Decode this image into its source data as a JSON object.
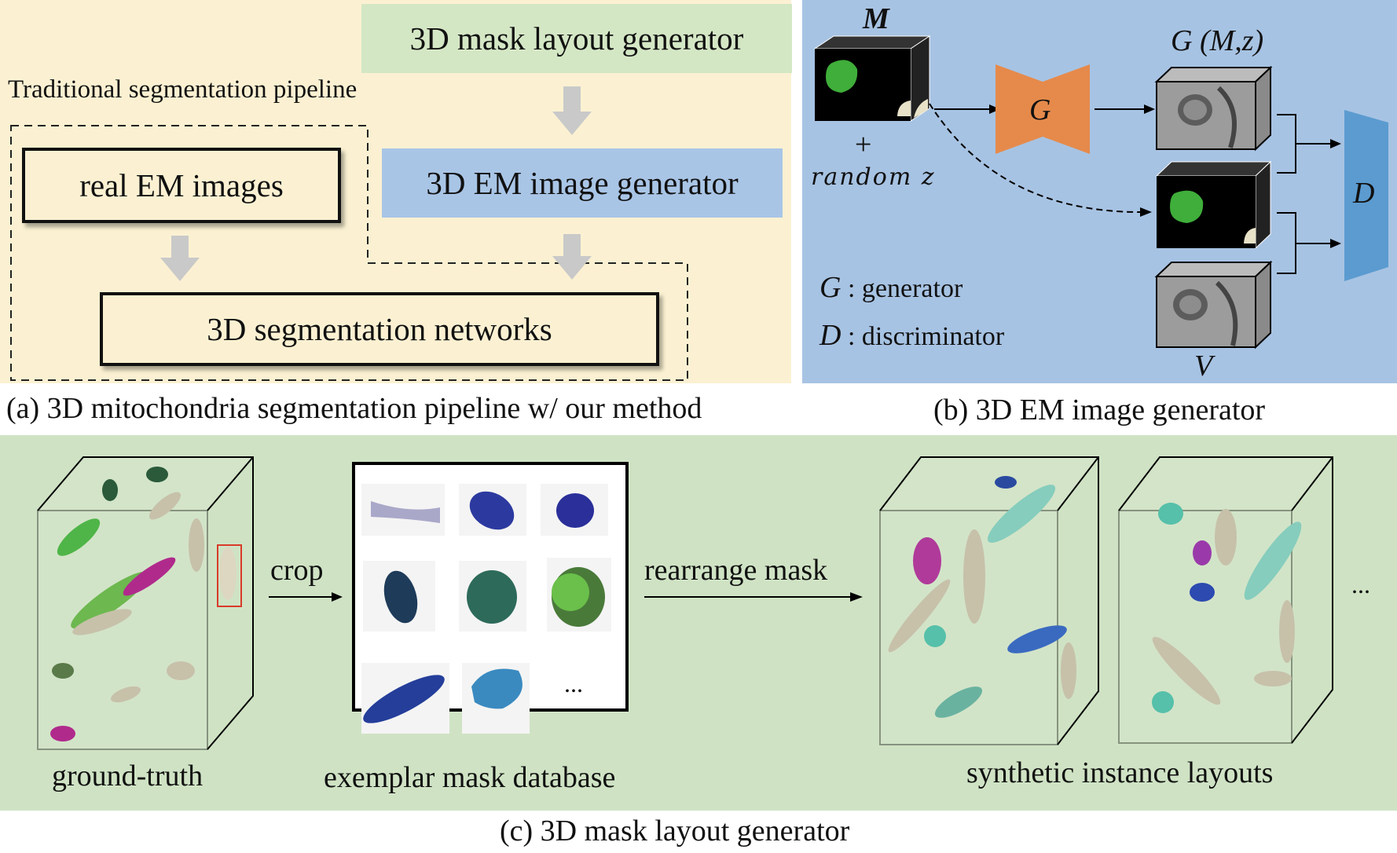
{
  "panel_a": {
    "top_box": "3D mask layout generator",
    "pipeline_label": "Traditional segmentation pipeline",
    "real_em": "real EM images",
    "em_gen": "3D EM image generator",
    "seg_net": "3D segmentation networks",
    "caption": "(a) 3D mitochondria segmentation pipeline w/ our method"
  },
  "panel_b": {
    "m_label": "M",
    "plus": "+",
    "random_z": "random z",
    "g_block": "G",
    "gmz_label": "G (M,z)",
    "d_block": "D",
    "v_label": "V",
    "legend_g_sym": "G",
    "legend_g_text": ": generator",
    "legend_d_sym": "D",
    "legend_d_text": ": discriminator",
    "caption": "(b) 3D EM image generator"
  },
  "panel_c": {
    "ground_truth": "ground-truth",
    "crop": "crop",
    "database": "exemplar mask database",
    "db_ellipsis": "...",
    "rearrange": "rearrange mask",
    "synthetic": "synthetic instance layouts",
    "ellipsis": "...",
    "caption": "(c) 3D mask layout generator"
  },
  "colors": {
    "panel_a_bg": "#fbf1d2",
    "panel_b_bg": "#a7c3e3",
    "panel_c_bg": "#cfe3c4",
    "mask_gen_box": "#d4e7c5",
    "em_gen_box": "#a9c5e6",
    "generator": "#e58a4b",
    "discriminator": "#5b9bd0",
    "mask_green": "#3fae3a"
  }
}
